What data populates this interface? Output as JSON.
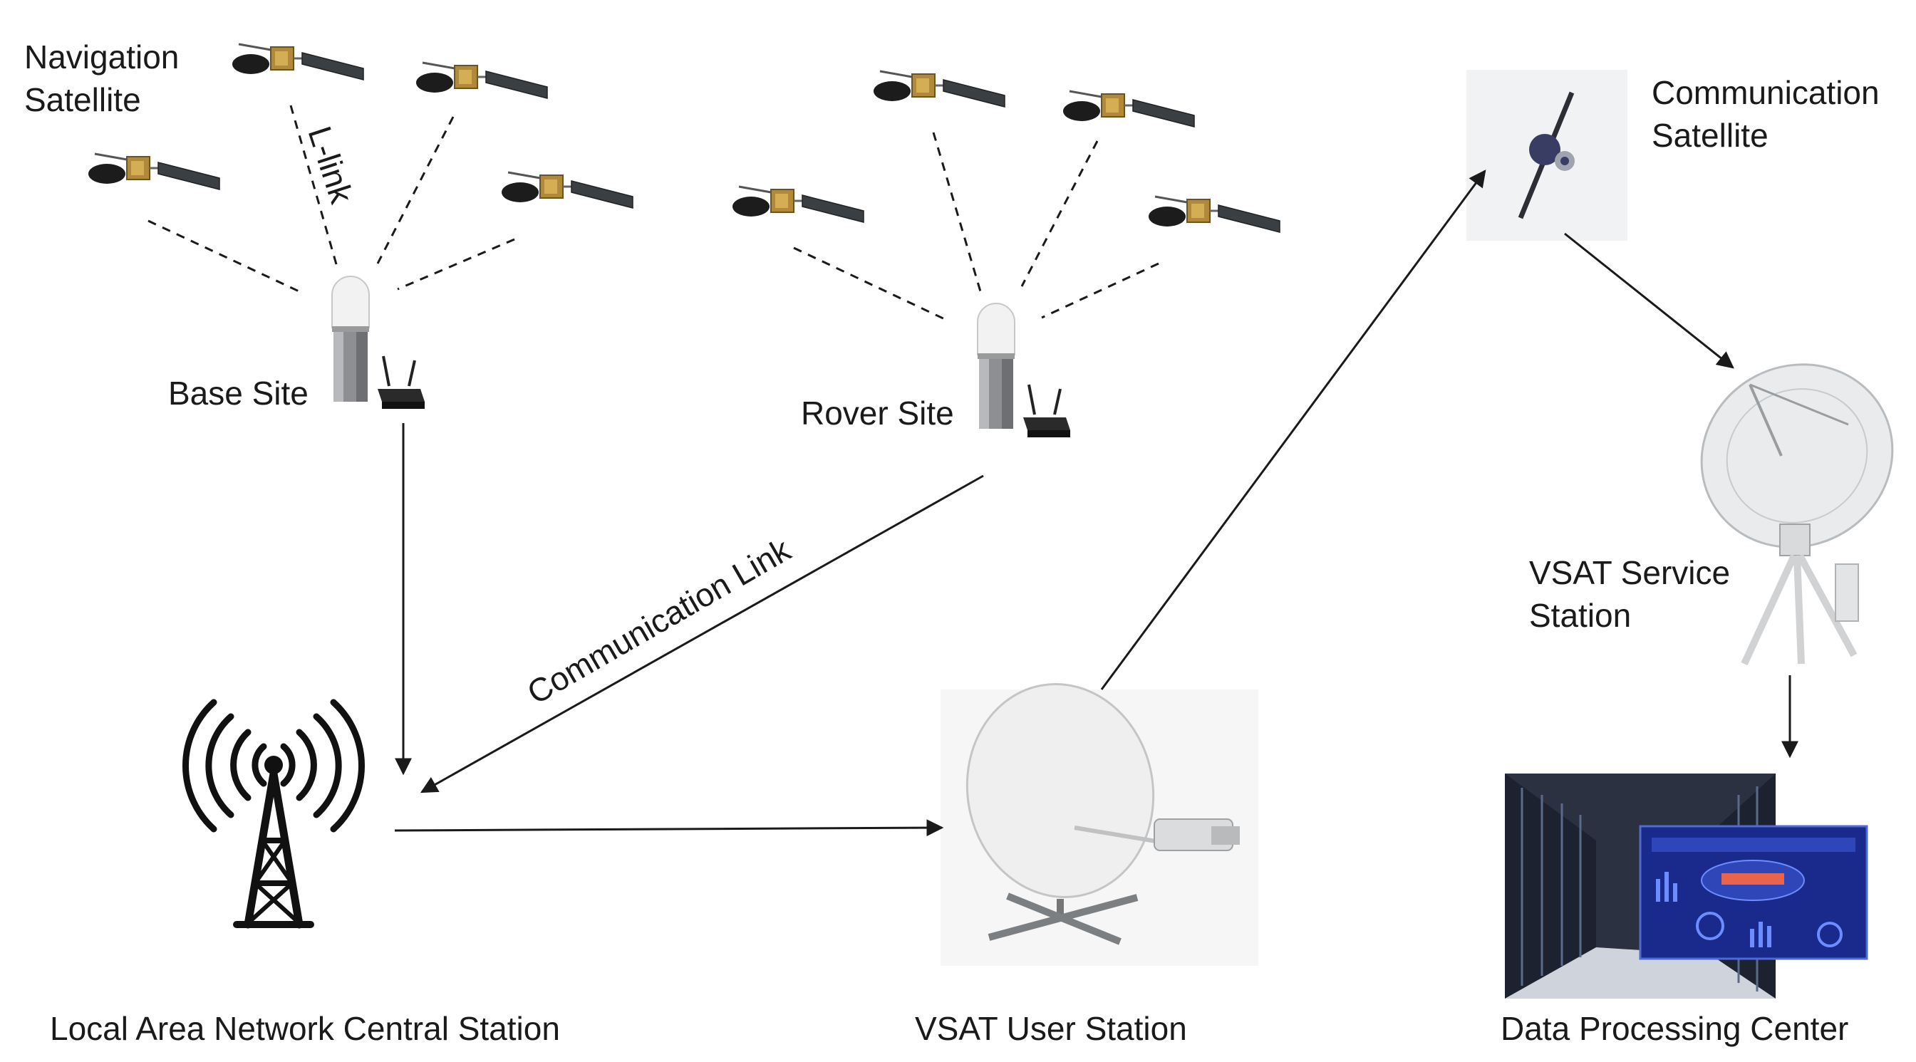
{
  "labels": {
    "navigation_satellite": [
      "Navigation",
      "Satellite"
    ],
    "communication_satellite": [
      "Communication",
      "Satellite"
    ],
    "l_link": "L-link",
    "base_site": "Base Site",
    "rover_site": "Rover Site",
    "communication_link": "Communication Link",
    "vsat_service_station": [
      "VSAT Service",
      "Station"
    ],
    "lan_central_station": "Local Area Network Central Station",
    "vsat_user_station": "VSAT User Station",
    "data_processing_center": "Data Processing Center"
  },
  "colors": {
    "line": "#1a1a1a",
    "panel": "#2a2f8a",
    "solar_panel": "#3a3f44",
    "dish": "#eceef0",
    "gold": "#b08a3a",
    "rack": "#232836"
  },
  "icons": [
    "navigation-satellite-icon",
    "communication-satellite-icon",
    "gnss-receiver-icon",
    "router-icon",
    "radio-tower-icon",
    "vsat-dish-icon",
    "antenna-dish-icon",
    "server-room-icon"
  ]
}
